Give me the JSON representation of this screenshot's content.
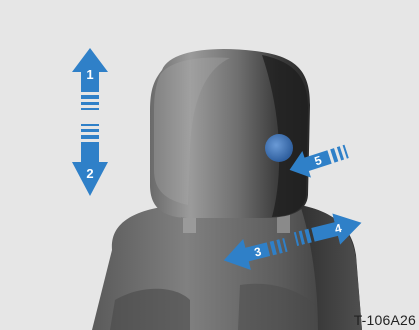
{
  "figure": {
    "reference_code": "T-106A26",
    "arrows": [
      {
        "label": "1",
        "meaning": "up"
      },
      {
        "label": "2",
        "meaning": "down"
      },
      {
        "label": "3",
        "meaning": "forward"
      },
      {
        "label": "4",
        "meaning": "backward"
      },
      {
        "label": "5",
        "meaning": "button press"
      }
    ],
    "colors": {
      "background": "#e6e6e6",
      "arrow": "#2f80c8",
      "button": "#3d74b8",
      "headrest": "#2e2e2e",
      "seat": "#3a3a3a"
    }
  }
}
